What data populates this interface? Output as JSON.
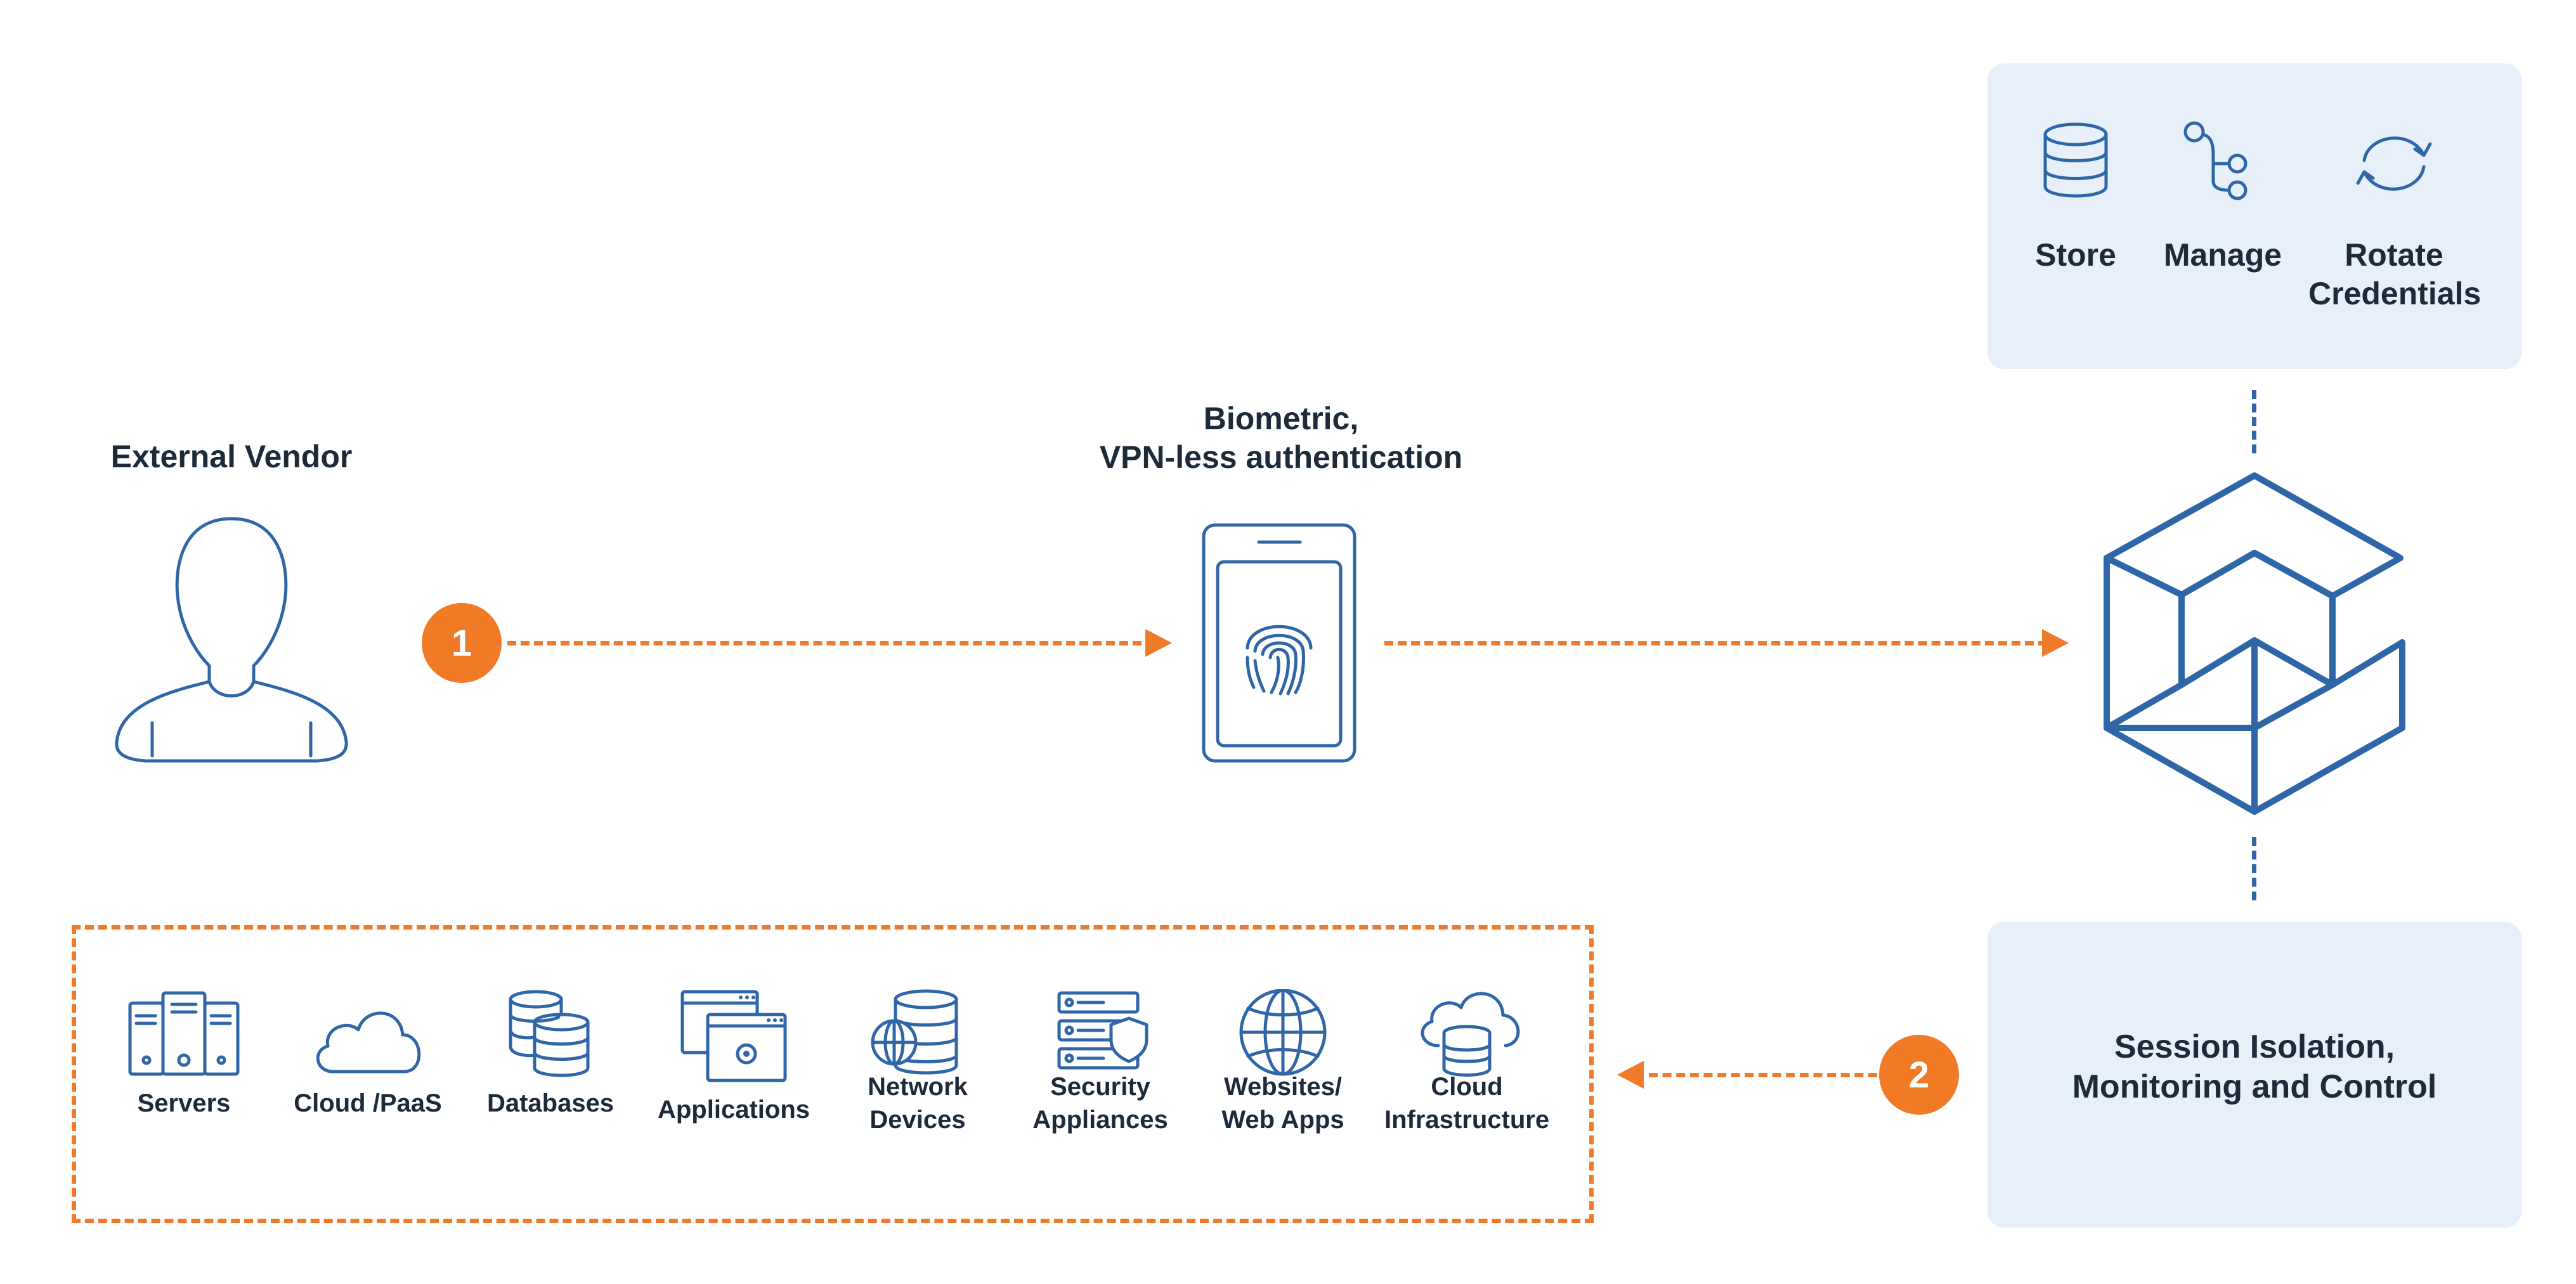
{
  "vendor": {
    "label": "External Vendor"
  },
  "auth": {
    "label_line1": "Biometric,",
    "label_line2": "VPN-less authentication"
  },
  "steps": {
    "one": "1",
    "two": "2"
  },
  "capabilities": [
    {
      "label": "Store",
      "icon": "database-icon"
    },
    {
      "label": "Manage",
      "icon": "branch-icon"
    },
    {
      "label": "Rotate Credentials",
      "icon": "rotate-icon"
    }
  ],
  "session": {
    "line1": "Session Isolation,",
    "line2": "Monitoring and Control"
  },
  "resources": [
    {
      "label": "Servers",
      "icon": "servers-icon"
    },
    {
      "label": "Cloud /PaaS",
      "icon": "cloud-icon"
    },
    {
      "label": "Databases",
      "icon": "databases-icon"
    },
    {
      "label": "Applications",
      "icon": "applications-icon"
    },
    {
      "label": "Network Devices",
      "icon": "network-devices-icon"
    },
    {
      "label": "Security Appliances",
      "icon": "security-appliances-icon"
    },
    {
      "label": "Websites/ Web Apps",
      "icon": "globe-icon"
    },
    {
      "label": "Cloud Infrastructure",
      "icon": "cloud-infrastructure-icon"
    }
  ],
  "colors": {
    "accent": "#f07a25",
    "icon_blue": "#2f66a8",
    "panel": "#e7f0f8",
    "text": "#1c2a3a"
  }
}
